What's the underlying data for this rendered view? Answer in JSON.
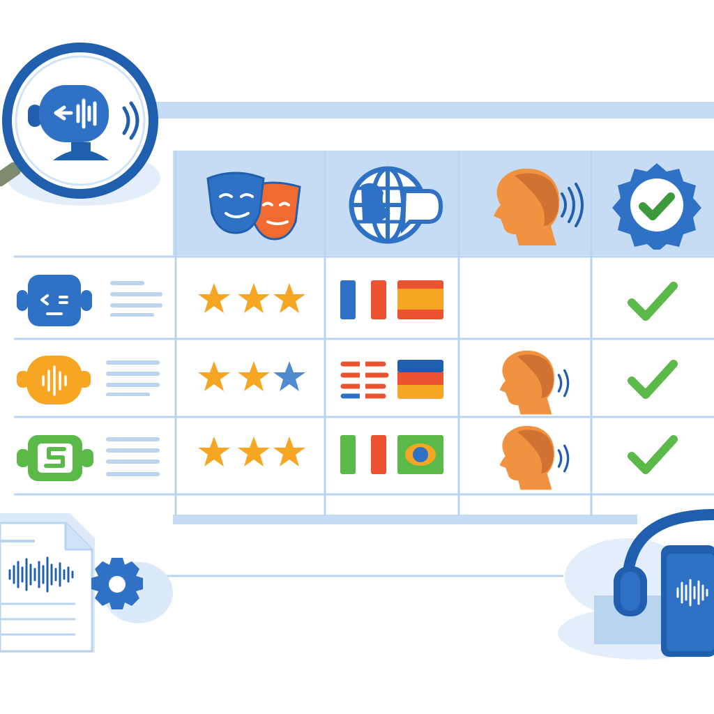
{
  "palette": {
    "primary_blue": "#1f5fae",
    "mid_blue": "#2f72c5",
    "light_blue": "#cfe3f7",
    "header_blue": "#c6dcf4",
    "line_blue": "#b9d4f0",
    "star_gold": "#f6a623",
    "check_green": "#5bb949",
    "skin_orange": "#f0923f",
    "flag_red": "#ea5230",
    "flag_yellow": "#f5a623"
  },
  "header_columns": [
    {
      "icon": "theater-masks-icon"
    },
    {
      "icon": "globe-speech-icon"
    },
    {
      "icon": "speaking-head-icon"
    },
    {
      "icon": "verified-badge-icon"
    }
  ],
  "rows": [
    {
      "voice_icon": "robot-voice-icon",
      "voice_color": "#2f72c5",
      "stars": [
        1,
        1,
        1
      ],
      "languages": [
        "flag-italy-icon",
        "flag-spain-icon"
      ],
      "speaker": false,
      "verified": true
    },
    {
      "voice_icon": "waveform-voice-icon",
      "voice_color": "#f6a623",
      "stars": [
        1,
        1,
        0
      ],
      "languages": [
        "flag-striped-icon",
        "flag-germany-icon"
      ],
      "speaker": true,
      "verified": true
    },
    {
      "voice_icon": "s-voice-icon",
      "voice_color": "#5bb949",
      "stars": [
        1,
        1,
        1
      ],
      "languages": [
        "flag-italy-icon",
        "flag-brazil-icon"
      ],
      "speaker": true,
      "verified": true
    }
  ],
  "decor": [
    "magnifier-robot-icon",
    "audio-document-icon",
    "gear-icon",
    "headphones-tablet-icon"
  ]
}
